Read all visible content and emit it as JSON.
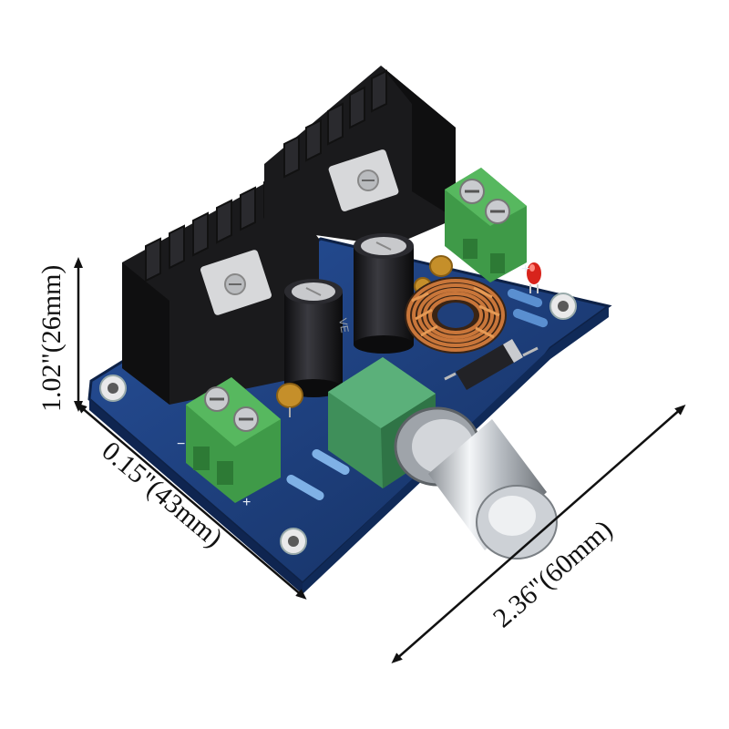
{
  "dimensions": {
    "height_label": "1.02\"(26mm)",
    "depth_label": "0.15\"(43mm)",
    "width_label": "2.36\"(60mm)"
  },
  "board_markings": {
    "cap_text": "VE",
    "term_in_plus": "+",
    "term_in_minus": "−",
    "term_out_plus": "+"
  },
  "colors": {
    "pcb": "#1f3f7a",
    "heatsink": "#1c1c1e",
    "terminal": "#3f9a48",
    "knob": "#c9cdd2",
    "pot_body": "#3f8f5a",
    "coil": "#b4642a",
    "led": "#d8241c"
  },
  "icon_names": [
    "screw-terminal-icon",
    "capacitor-icon",
    "inductor-coil-icon",
    "potentiometer-knob-icon",
    "led-icon",
    "heatsink-icon"
  ]
}
